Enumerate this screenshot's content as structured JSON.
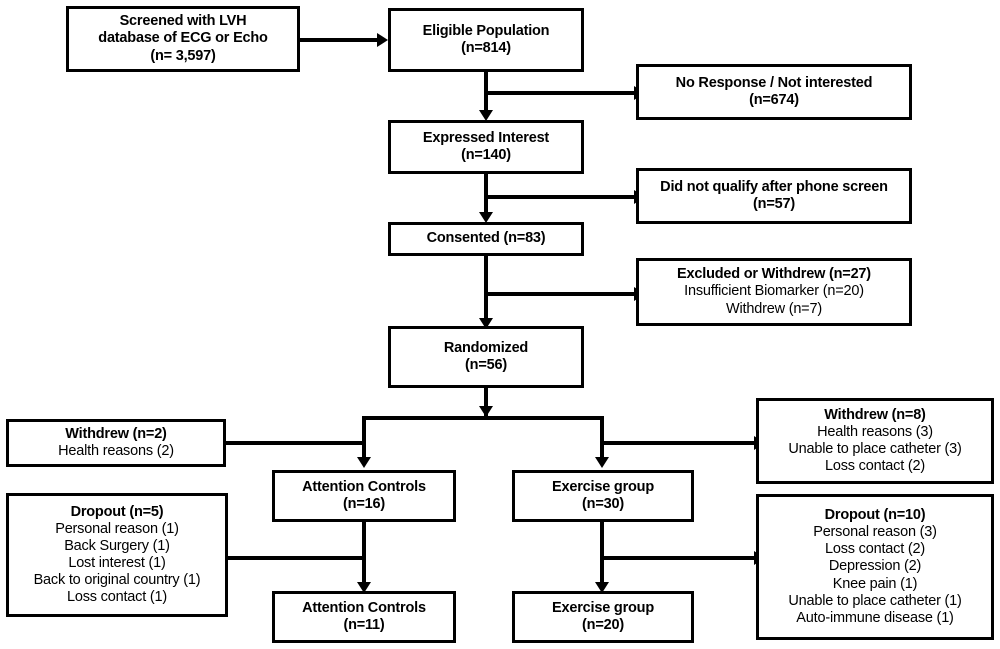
{
  "diagram": {
    "title": "CONSORT participant flow diagram",
    "type": "flowchart",
    "colors": {
      "stroke": "#000000",
      "background": "#ffffff",
      "text": "#000000"
    }
  },
  "nodes": {
    "screened": {
      "line1": "Screened with LVH",
      "line2": "database of ECG or Echo",
      "line3": "(n= 3,597)"
    },
    "eligible": {
      "line1": "Eligible Population",
      "line2": "(n=814)"
    },
    "no_response": {
      "line1": "No Response / Not interested",
      "line2": "(n=674)"
    },
    "expressed_interest": {
      "line1": "Expressed Interest",
      "line2": "(n=140)"
    },
    "not_qualify": {
      "line1": "Did not qualify after phone screen",
      "line2": "(n=57)"
    },
    "consented": {
      "line1": "Consented (n=83)"
    },
    "excluded_withdrew": {
      "line1": "Excluded or Withdrew (n=27)",
      "line2": "Insufficient Biomarker (n=20)",
      "line3": "Withdrew (n=7)"
    },
    "randomized": {
      "line1": "Randomized",
      "line2": "(n=56)"
    },
    "withdrew_left": {
      "line1": "Withdrew (n=2)",
      "line2": "Health reasons (2)"
    },
    "withdrew_right": {
      "line1": "Withdrew (n=8)",
      "line2": "Health reasons (3)",
      "line3": "Unable to place catheter (3)",
      "line4": "Loss contact (2)"
    },
    "attention_controls_allocated": {
      "line1": "Attention Controls",
      "line2": "(n=16)"
    },
    "exercise_group_allocated": {
      "line1": "Exercise group",
      "line2": "(n=30)"
    },
    "dropout_left": {
      "line1": "Dropout (n=5)",
      "line2": "Personal reason (1)",
      "line3": "Back Surgery (1)",
      "line4": "Lost interest (1)",
      "line5": "Back to original country (1)",
      "line6": "Loss contact (1)"
    },
    "dropout_right": {
      "line1": "Dropout (n=10)",
      "line2": "Personal reason (3)",
      "line3": "Loss contact (2)",
      "line4": "Depression (2)",
      "line5": "Knee pain (1)",
      "line6": "Unable to place catheter (1)",
      "line7": "Auto-immune disease (1)"
    },
    "attention_controls_final": {
      "line1": "Attention Controls",
      "line2": "(n=11)"
    },
    "exercise_group_final": {
      "line1": "Exercise  group",
      "line2": "(n=20)"
    }
  }
}
